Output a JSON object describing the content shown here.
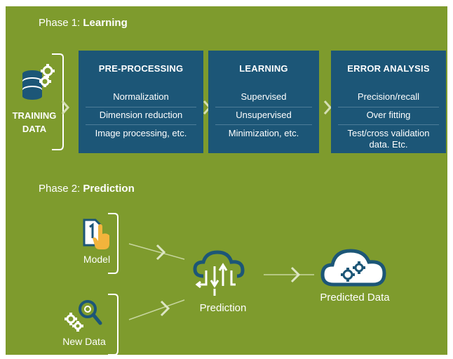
{
  "phase1": {
    "prefix": "Phase 1: ",
    "name": "Learning"
  },
  "phase2": {
    "prefix": "Phase 2: ",
    "name": "Prediction"
  },
  "training": {
    "line1": "TRAINING",
    "line2": "DATA",
    "icon": "database-gears-icon"
  },
  "boxes": [
    {
      "title": "PRE-PROCESSING",
      "items": [
        "Normalization",
        "Dimension reduction",
        "Image processing, etc."
      ]
    },
    {
      "title": "LEARNING",
      "items": [
        "Supervised",
        "Unsupervised",
        "Minimization, etc."
      ]
    },
    {
      "title": "ERROR ANALYSIS",
      "items": [
        "Precision/recall",
        "Over fitting",
        "Test/cross validation",
        "data. Etc."
      ]
    }
  ],
  "model": {
    "label": "Model",
    "icon": "document-hand-icon"
  },
  "new_data": {
    "label": "New Data",
    "icon": "magnifier-gears-icon"
  },
  "prediction": {
    "label": "Prediction",
    "icon": "cloud-arrows-icon"
  },
  "predicted": {
    "label": "Predicted Data",
    "icon": "cloud-gears-icon"
  },
  "colors": {
    "background": "#7e9b2d",
    "box": "#1c5677",
    "text": "#ffffff",
    "icon_blue": "#1c5677",
    "icon_gold": "#f2b43c"
  }
}
